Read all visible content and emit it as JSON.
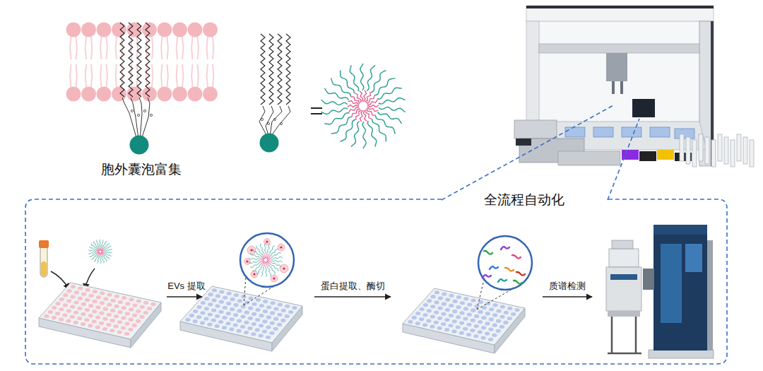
{
  "diagram": {
    "nodes": [
      {
        "text": [
          "全流程自动化"
        ]
      }
    ],
    "labels": [
      "胞外囊泡富集",
      "EVs 提取",
      "蛋白提取、酶切",
      "质谱检测"
    ]
  }
}
